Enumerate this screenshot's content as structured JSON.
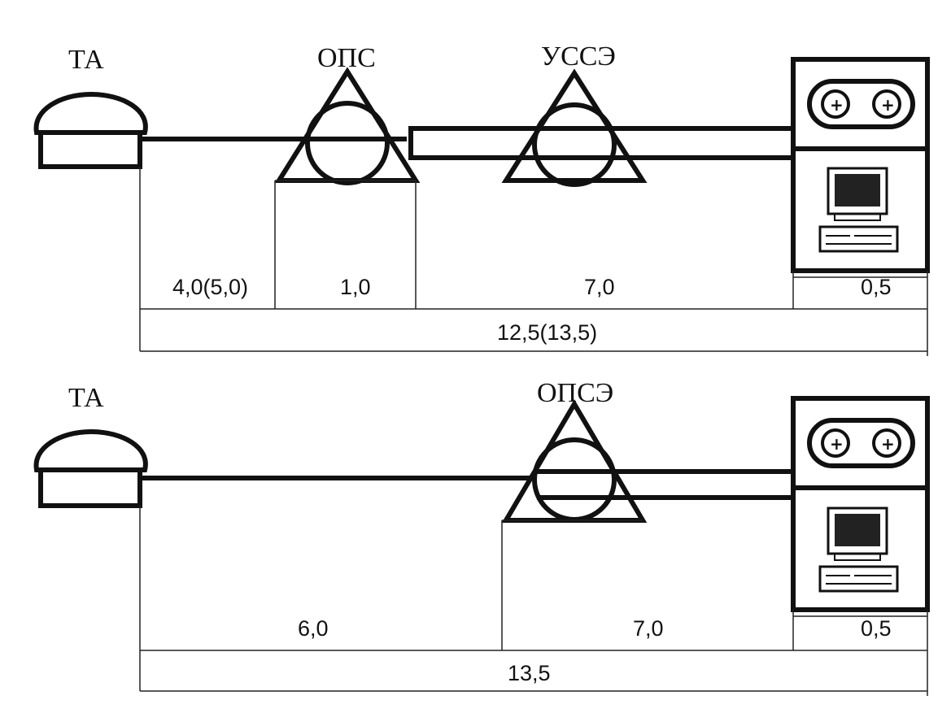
{
  "top": {
    "labels": {
      "phone": "ТА",
      "station1": "ОПС",
      "station2": "УССЭ"
    },
    "segments": [
      "4,0(5,0)",
      "1,0",
      "7,0",
      "0,5"
    ],
    "total": "12,5(13,5)"
  },
  "bottom": {
    "labels": {
      "phone": "ТА",
      "station": "ОПСЭ"
    },
    "segments": [
      "6,0",
      "7,0",
      "0,5"
    ],
    "total": "13,5"
  },
  "colors": {
    "ink": "#111111",
    "background": "#ffffff"
  }
}
